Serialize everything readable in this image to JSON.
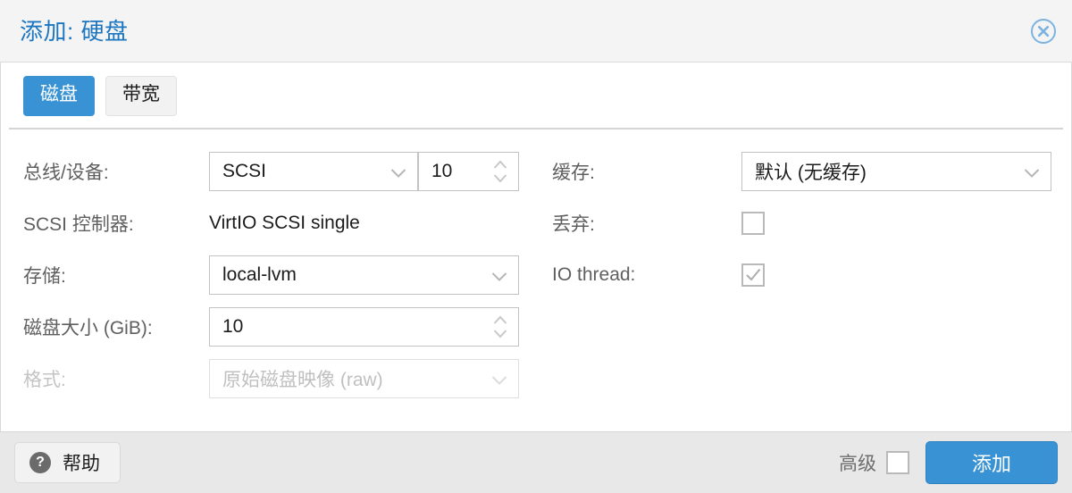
{
  "dialog": {
    "title": "添加: 硬盘",
    "close_icon": "close-circle-icon"
  },
  "tabs": [
    {
      "label": "磁盘",
      "active": true
    },
    {
      "label": "带宽",
      "active": false
    }
  ],
  "form": {
    "left": {
      "bus_device": {
        "label": "总线/设备:",
        "bus_value": "SCSI",
        "index_value": "10"
      },
      "scsi_controller": {
        "label": "SCSI 控制器:",
        "value": "VirtIO SCSI single"
      },
      "storage": {
        "label": "存储:",
        "value": "local-lvm"
      },
      "disk_size": {
        "label": "磁盘大小 (GiB):",
        "value": "10"
      },
      "format": {
        "label": "格式:",
        "value": "原始磁盘映像 (raw)",
        "disabled": true
      }
    },
    "right": {
      "cache": {
        "label": "缓存:",
        "value": "默认 (无缓存)"
      },
      "discard": {
        "label": "丢弃:",
        "checked": false
      },
      "io_thread": {
        "label": "IO thread:",
        "checked": true
      }
    }
  },
  "footer": {
    "help_label": "帮助",
    "advanced_label": "高级",
    "advanced_checked": false,
    "submit_label": "添加"
  },
  "colors": {
    "accent": "#3892d4",
    "title": "#1d76c0",
    "header_bg": "#f4f4f4",
    "footer_bg": "#e8e8e8",
    "label": "#5f5f5f"
  }
}
